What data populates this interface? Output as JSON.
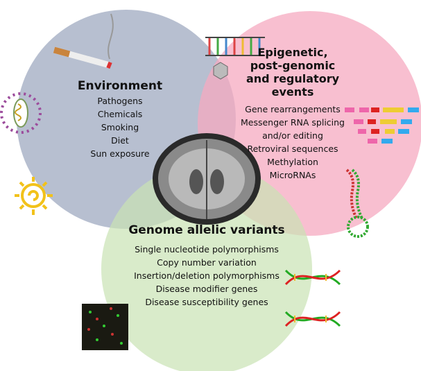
{
  "environment": {
    "title": "Environment",
    "items": [
      "Pathogens",
      "Chemicals",
      "Smoking",
      "Diet",
      "Sun exposure"
    ]
  },
  "epigenetic": {
    "title_lines": [
      "Epigenetic,",
      "post-genomic",
      "and regulatory events"
    ],
    "items": [
      "Gene rearrangements",
      "Messenger RNA splicing",
      "and/or editing",
      "Retroviral sequences",
      "Methylation",
      "MicroRNAs"
    ]
  },
  "genome": {
    "title": "Genome allelic variants",
    "items": [
      "Single nucleotide polymorphisms",
      "Copy number variation",
      "Insertion/deletion polymorphisms",
      "Disease modifier genes",
      "Disease susceptibility genes"
    ]
  },
  "colors": {
    "environment": "#aab4c8",
    "epigenetic": "#f5b3c6",
    "genome": "#cfe5bd"
  }
}
